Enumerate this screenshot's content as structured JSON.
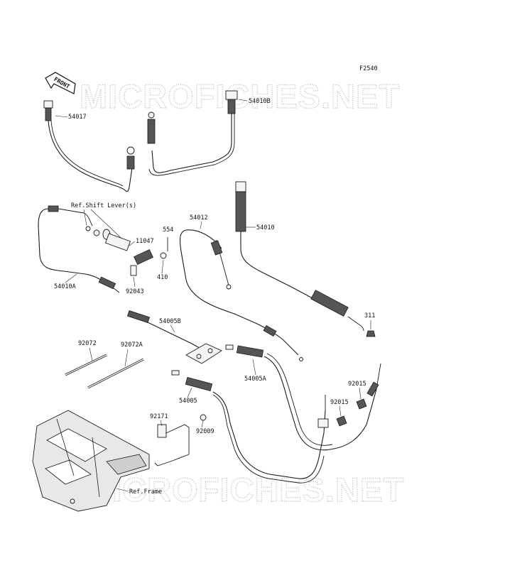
{
  "figure_code": "F2540",
  "front_arrow_label": "FRONT",
  "watermark_text": "MICROFICHES.NET",
  "parts": {
    "p54017": "54017",
    "p54010B": "54010B",
    "ref_shift_lever": "Ref.Shift Lever(s)",
    "p554": "554",
    "p11047": "11047",
    "p410": "410",
    "p92043": "92043",
    "p54010A": "54010A",
    "p54012": "54012",
    "p54010": "54010",
    "p311": "311",
    "p54005B": "54005B",
    "p92072": "92072",
    "p92072A": "92072A",
    "p54005A": "54005A",
    "p92015_a": "92015",
    "p92015_b": "92015",
    "p54005": "54005",
    "p92171": "92171",
    "p92009": "92009",
    "ref_frame": "Ref.Frame"
  }
}
